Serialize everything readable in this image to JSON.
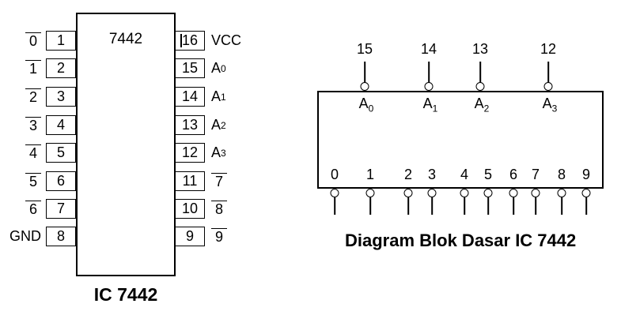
{
  "colors": {
    "ink": "#000000",
    "background": "#ffffff"
  },
  "pinout": {
    "chip_label": "7442",
    "caption": "IC 7442",
    "pins": [
      {
        "left_label": {
          "text": "0",
          "overline": true
        },
        "left_pin": "1",
        "right_pin": "16",
        "right_label": {
          "text": "VCC",
          "overline": false
        }
      },
      {
        "left_label": {
          "text": "1",
          "overline": true
        },
        "left_pin": "2",
        "right_pin": "15",
        "right_label": {
          "base": "A",
          "sub": "0"
        }
      },
      {
        "left_label": {
          "text": "2",
          "overline": true
        },
        "left_pin": "3",
        "right_pin": "14",
        "right_label": {
          "base": "A",
          "sub": "1"
        }
      },
      {
        "left_label": {
          "text": "3",
          "overline": true
        },
        "left_pin": "4",
        "right_pin": "13",
        "right_label": {
          "base": "A",
          "sub": "2"
        }
      },
      {
        "left_label": {
          "text": "4",
          "overline": true
        },
        "left_pin": "5",
        "right_pin": "12",
        "right_label": {
          "base": "A",
          "sub": "3"
        }
      },
      {
        "left_label": {
          "text": "5",
          "overline": true
        },
        "left_pin": "6",
        "right_pin": "11",
        "right_label": {
          "text": "7",
          "overline": true
        }
      },
      {
        "left_label": {
          "text": "6",
          "overline": true
        },
        "left_pin": "7",
        "right_pin": "10",
        "right_label": {
          "text": "8",
          "overline": true
        }
      },
      {
        "left_label": {
          "text": "GND",
          "overline": false
        },
        "left_pin": "8",
        "right_pin": "9",
        "right_label": {
          "text": "9",
          "overline": true
        }
      }
    ]
  },
  "block_diagram": {
    "caption": "Diagram Blok Dasar IC 7442",
    "top_pins": [
      {
        "pin": "15",
        "label": {
          "base": "A",
          "sub": "0"
        }
      },
      {
        "pin": "14",
        "label": {
          "base": "A",
          "sub": "1"
        }
      },
      {
        "pin": "13",
        "label": {
          "base": "A",
          "sub": "2"
        }
      },
      {
        "pin": "12",
        "label": {
          "base": "A",
          "sub": "3"
        }
      }
    ],
    "bottom_pins": [
      "0",
      "1",
      "2",
      "3",
      "4",
      "5",
      "6",
      "7",
      "8",
      "9"
    ]
  }
}
